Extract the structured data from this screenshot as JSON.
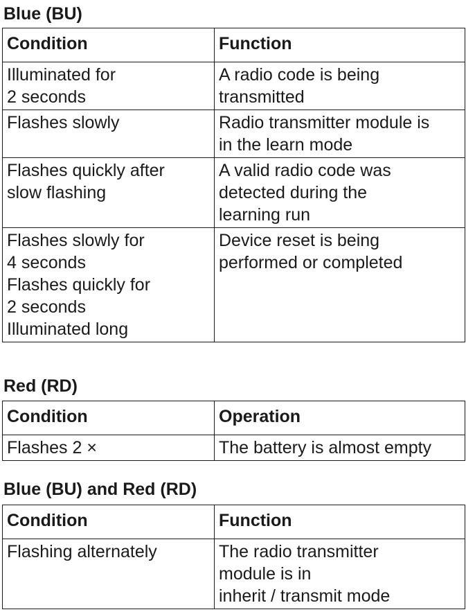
{
  "sections": [
    {
      "title": "Blue (BU)",
      "headers": [
        "Condition",
        "Function"
      ],
      "rows": [
        {
          "condition": [
            "Illuminated for",
            "2 seconds"
          ],
          "value": [
            "A radio code is being",
            "transmitted"
          ]
        },
        {
          "condition": [
            "Flashes slowly"
          ],
          "value": [
            "Radio transmitter module is",
            "in the learn mode"
          ]
        },
        {
          "condition": [
            "Flashes quickly after",
            "slow flashing"
          ],
          "value": [
            "A valid radio code was",
            "detected during the",
            "learning run"
          ]
        },
        {
          "condition": [
            "Flashes slowly for",
            "4 seconds",
            "Flashes quickly for",
            "2 seconds",
            "Illuminated long"
          ],
          "value": [
            "Device reset is being",
            "performed or completed"
          ]
        }
      ]
    },
    {
      "title": "Red (RD)",
      "headers": [
        "Condition",
        "Operation"
      ],
      "rows": [
        {
          "condition": [
            "Flashes 2 ×"
          ],
          "value": [
            "The battery is almost empty"
          ]
        }
      ]
    },
    {
      "title": "Blue (BU) and Red (RD)",
      "headers": [
        "Condition",
        "Function"
      ],
      "rows": [
        {
          "condition": [
            "Flashing alternately"
          ],
          "value": [
            "The radio transmitter",
            "module is in",
            "inherit / transmit mode"
          ]
        }
      ]
    }
  ]
}
